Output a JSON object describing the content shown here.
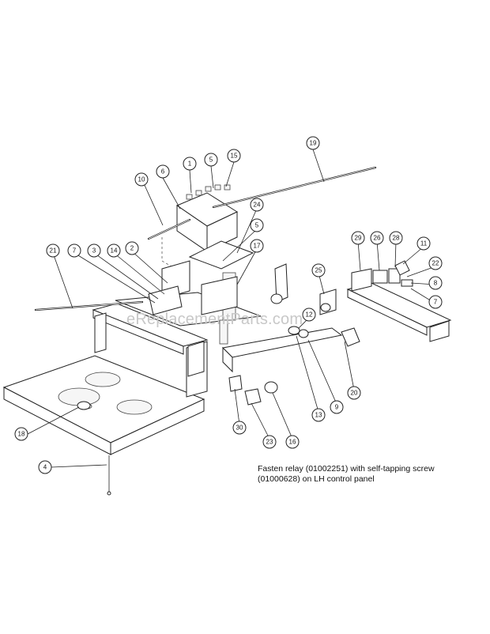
{
  "watermark": "eReplacementParts.com",
  "note": {
    "line1": "Fasten relay (01002251) with self-tapping screw",
    "line2": "(01000628) on LH control panel"
  },
  "callouts": [
    "1",
    "5",
    "15",
    "19",
    "6",
    "10",
    "24",
    "5",
    "17",
    "29",
    "26",
    "28",
    "11",
    "22",
    "8",
    "7",
    "21",
    "7",
    "3",
    "14",
    "2",
    "25",
    "12",
    "9",
    "20",
    "13",
    "30",
    "23",
    "16",
    "18",
    "4"
  ]
}
